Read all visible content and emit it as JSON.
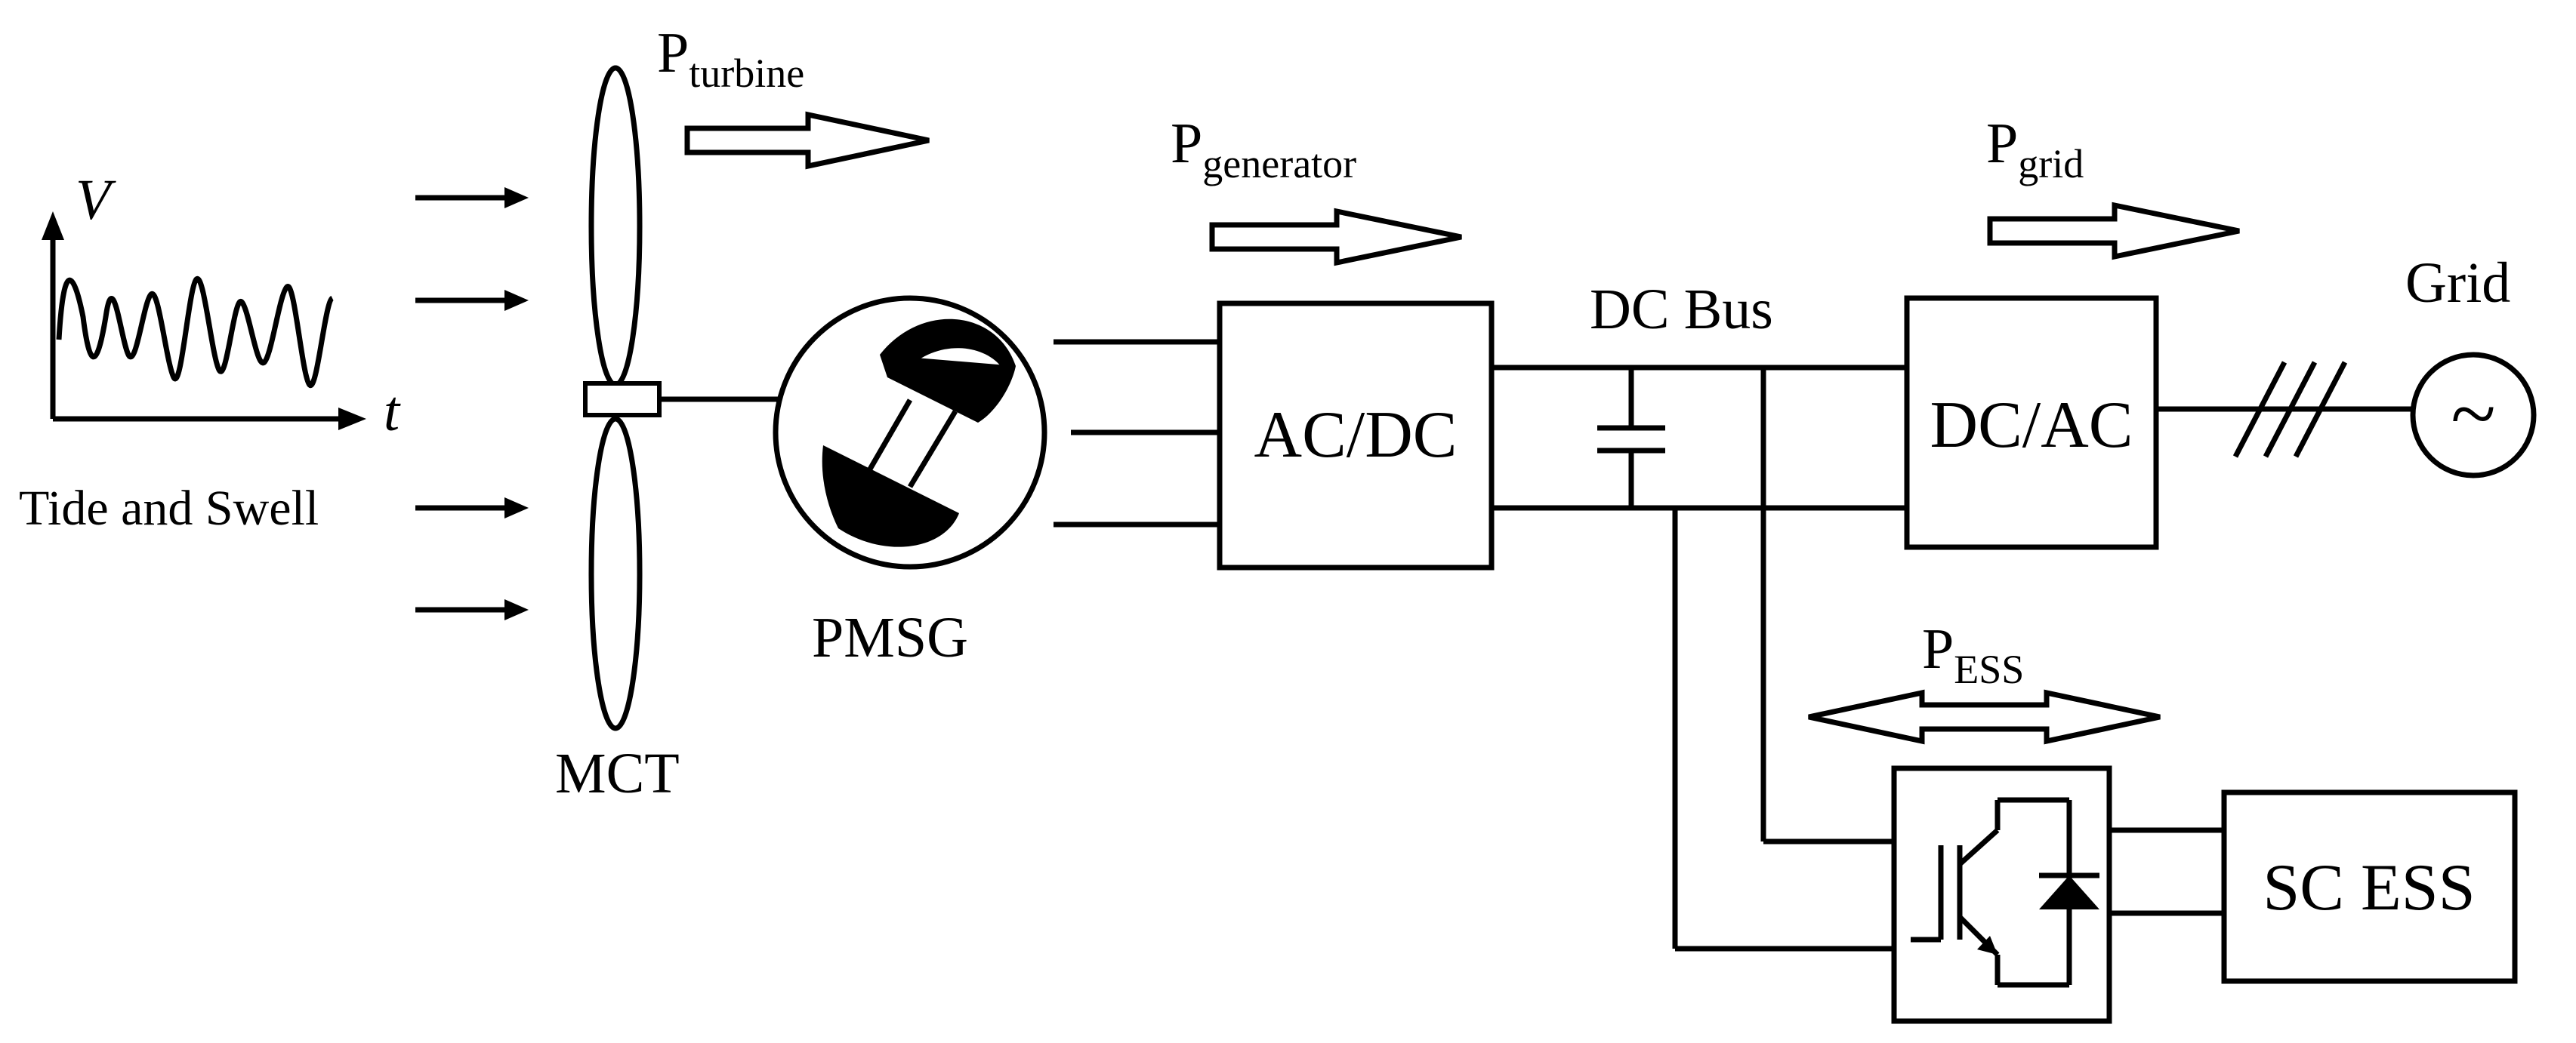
{
  "labels": {
    "input": "Tide and Swell",
    "graph_y": "V",
    "graph_x": "t",
    "turbine": "MCT",
    "generator": "PMSG",
    "dc_bus": "DC Bus",
    "grid": "Grid",
    "grid_symbol": "~"
  },
  "blocks": {
    "acdc": "AC/DC",
    "dcac": "DC/AC",
    "scess": "SC ESS"
  },
  "power": {
    "turbine": {
      "main": "P",
      "sub": "turbine"
    },
    "generator": {
      "main": "P",
      "sub": "generator"
    },
    "grid": {
      "main": "P",
      "sub": "grid"
    },
    "ess": {
      "main": "P",
      "sub": "ESS"
    }
  }
}
